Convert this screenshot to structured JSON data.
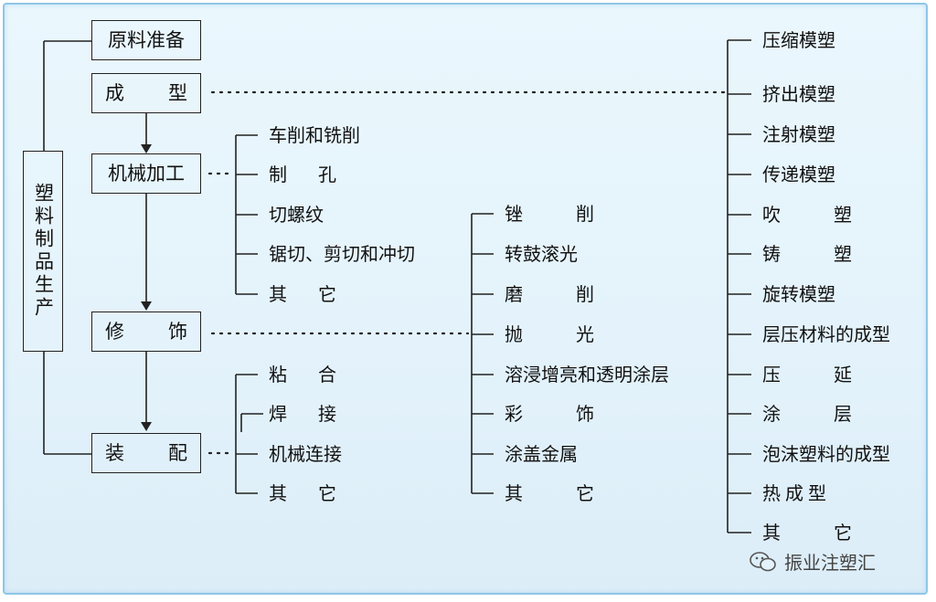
{
  "root": "塑料制品生产",
  "stages": {
    "prep": "原料准备",
    "forming": [
      "成",
      "型"
    ],
    "machining": "机械加工",
    "finishing": [
      "修",
      "饰"
    ],
    "assembly": [
      "装",
      "配"
    ]
  },
  "machining_items": [
    "车削和铣削",
    [
      "制",
      "孔"
    ],
    "切螺纹",
    "锯切、剪切和冲切",
    [
      "其",
      "它"
    ]
  ],
  "assembly_items": [
    [
      "粘",
      "合"
    ],
    [
      "焊",
      "接"
    ],
    "机械连接",
    [
      "其",
      "它"
    ]
  ],
  "finishing_items": [
    [
      "锉",
      "削"
    ],
    "转鼓滚光",
    [
      "磨",
      "削"
    ],
    [
      "抛",
      "光"
    ],
    "溶浸增亮和透明涂层",
    [
      "彩",
      "饰"
    ],
    "涂盖金属",
    [
      "其",
      "它"
    ]
  ],
  "forming_items": [
    "压缩模塑",
    "挤出模塑",
    "注射模塑",
    "传递模塑",
    [
      "吹",
      "塑"
    ],
    [
      "铸",
      "塑"
    ],
    "旋转模塑",
    "层压材料的成型",
    [
      "压",
      "延"
    ],
    [
      "涂",
      "层"
    ],
    "泡沫塑料的成型",
    "热成型",
    [
      "其",
      "它"
    ]
  ],
  "watermark": "振业注塑汇"
}
